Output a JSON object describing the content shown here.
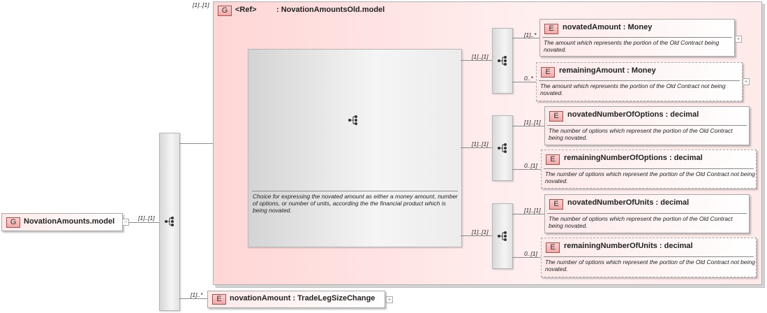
{
  "root": {
    "badge": "G",
    "name": "NovationAmounts.model",
    "expander": "−",
    "multiplicity": "[1]..[1]"
  },
  "root_sequence": {
    "icon": "sequence-icon"
  },
  "ref_group": {
    "multiplicity": "[1]..[1]",
    "badge": "G",
    "ref_label": "<Ref>",
    "name": ": NovationAmountsOld.model",
    "connector_multiplicity": "[1]..[1]"
  },
  "choice": {
    "icon": "choice-icon",
    "description": "Choice for expressing the novated amount as either a money amount, number of options, or number of units, according the the financial product which is being novated."
  },
  "sequences": [
    {
      "multiplicity": "[1]..[1]",
      "elements": [
        {
          "badge": "E",
          "name": "novatedAmount",
          "type": "Money",
          "multiplicity": "[1]..*",
          "optional": false,
          "expander": "+",
          "description": "The amount which represents the portion of the Old Contract being novated."
        },
        {
          "badge": "E",
          "name": "remainingAmount",
          "type": "Money",
          "multiplicity": "0..*",
          "optional": true,
          "expander": "+",
          "description": "The amount which represents the portion of the Old Contract not being novated."
        }
      ]
    },
    {
      "multiplicity": "[1]..[1]",
      "elements": [
        {
          "badge": "E",
          "name": "novatedNumberOfOptions",
          "type": "decimal",
          "multiplicity": "[1]..[1]",
          "optional": false,
          "description": "The number of options which represent the portion of the Old Contract being novated."
        },
        {
          "badge": "E",
          "name": "remainingNumberOfOptions",
          "type": "decimal",
          "multiplicity": "0..[1]",
          "optional": true,
          "description": "The number of options which represent the portion of the Old Contract not being novated."
        }
      ]
    },
    {
      "multiplicity": "[1]..[1]",
      "elements": [
        {
          "badge": "E",
          "name": "novatedNumberOfUnits",
          "type": "decimal",
          "multiplicity": "[1]..[1]",
          "optional": false,
          "description": "The number of options which represent the portion of the Old Contract being novated."
        },
        {
          "badge": "E",
          "name": "remainingNumberOfUnits",
          "type": "decimal",
          "multiplicity": "0..[1]",
          "optional": true,
          "description": "The number of options which represent the portion of the Old Contract not being novated."
        }
      ]
    }
  ],
  "novation_amount": {
    "badge": "E",
    "name": "novationAmount",
    "type": "TradeLegSizeChange",
    "multiplicity": "[1]..*",
    "expander": "+"
  },
  "type_separator": " : "
}
